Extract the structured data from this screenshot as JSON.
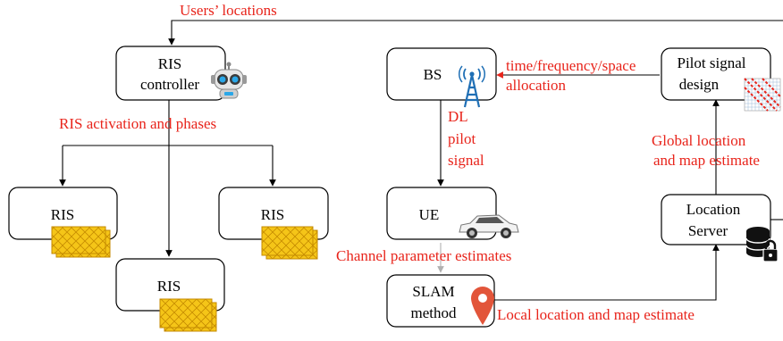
{
  "nodes": {
    "ris_controller": [
      "RIS",
      "controller"
    ],
    "bs": "BS",
    "pilot_design": [
      "Pilot signal",
      "design"
    ],
    "ris_left": "RIS",
    "ris_right": "RIS",
    "ris_bottom": "RIS",
    "ue": "UE",
    "location_server": [
      "Location",
      "Server"
    ],
    "slam": [
      "SLAM",
      "method"
    ]
  },
  "edges": {
    "users_locations": "Users’ locations",
    "ris_activation": "RIS activation and phases",
    "allocation": [
      "time/frequency/space",
      "allocation"
    ],
    "dl_pilot": [
      "DL",
      "pilot",
      "signal"
    ],
    "global_estimate": [
      "Global location",
      "and map estimate"
    ],
    "channel_params": "Channel parameter estimates",
    "local_estimate": "Local location and map estimate"
  },
  "colors": {
    "label_red": "#e8241b",
    "ris_panel": "#f5c518",
    "antenna": "#1f6fb5",
    "pin": "#e2553a",
    "matrix_red": "#e8241b"
  },
  "icons": [
    "robot-icon",
    "antenna-tower-icon",
    "matrix-icon",
    "ris-panel-icon",
    "car-icon",
    "database-lock-icon",
    "location-pin-icon"
  ]
}
